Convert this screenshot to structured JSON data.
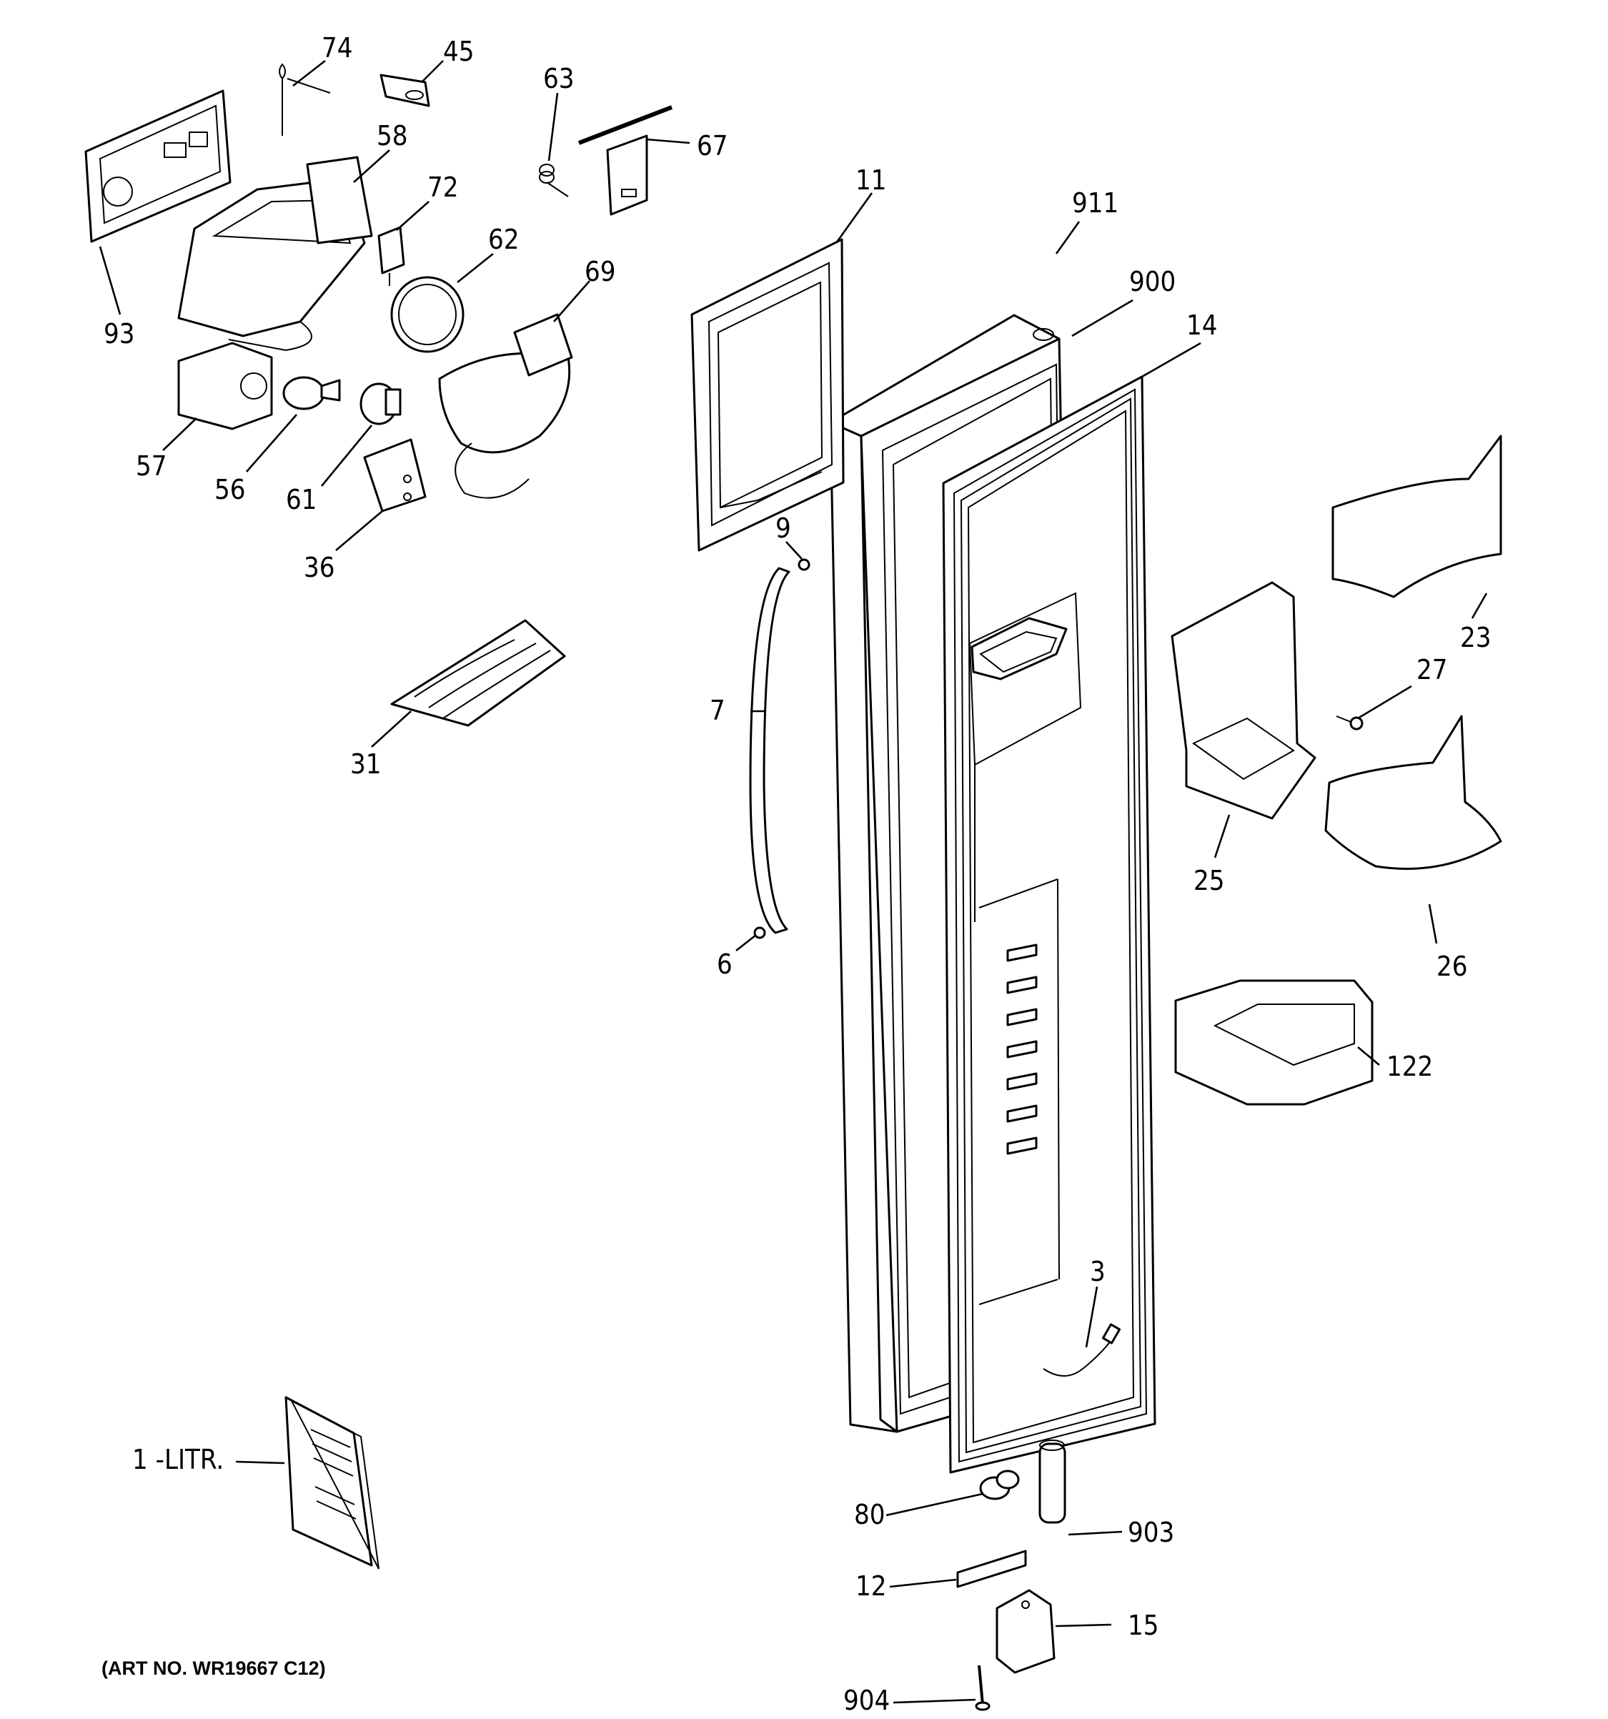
{
  "diagram": {
    "caption": "(ART NO. WR19667 C12)",
    "callouts": [
      "74",
      "45",
      "63",
      "67",
      "58",
      "72",
      "62",
      "69",
      "93",
      "57",
      "56",
      "61",
      "36",
      "31",
      "11",
      "911",
      "900",
      "14",
      "9",
      "7",
      "6",
      "23",
      "27",
      "25",
      "26",
      "122",
      "3",
      "1 -LITR.",
      "80",
      "903",
      "12",
      "15",
      "904"
    ]
  },
  "colors": {
    "ink": "#000000",
    "paper": "#ffffff"
  }
}
